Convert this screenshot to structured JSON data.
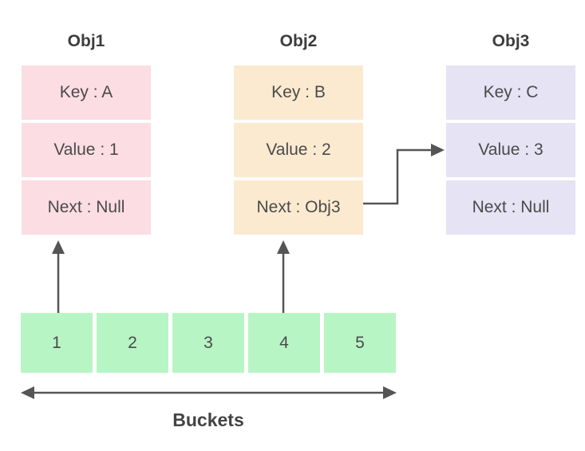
{
  "diagram": {
    "background_color": "#ffffff",
    "text_color": "#4a4a4a",
    "arrow_color": "#555555",
    "objects": [
      {
        "title": "Obj1",
        "fill_color": "#fcdde4",
        "rows": [
          "Key : A",
          "Value : 1",
          "Next : Null"
        ]
      },
      {
        "title": "Obj2",
        "fill_color": "#fcead0",
        "rows": [
          "Key : B",
          "Value : 2",
          "Next : Obj3"
        ]
      },
      {
        "title": "Obj3",
        "fill_color": "#e5e3f4",
        "rows": [
          "Key : C",
          "Value : 3",
          "Next : Null"
        ]
      }
    ],
    "buckets": {
      "fill_color": "#b8f5c4",
      "cells": [
        "1",
        "2",
        "3",
        "4",
        "5"
      ],
      "label": "Buckets"
    },
    "connections": [
      {
        "from": "bucket-1",
        "to": "Obj1"
      },
      {
        "from": "bucket-4",
        "to": "Obj2"
      },
      {
        "from": "Obj2.Next",
        "to": "Obj3"
      }
    ]
  }
}
